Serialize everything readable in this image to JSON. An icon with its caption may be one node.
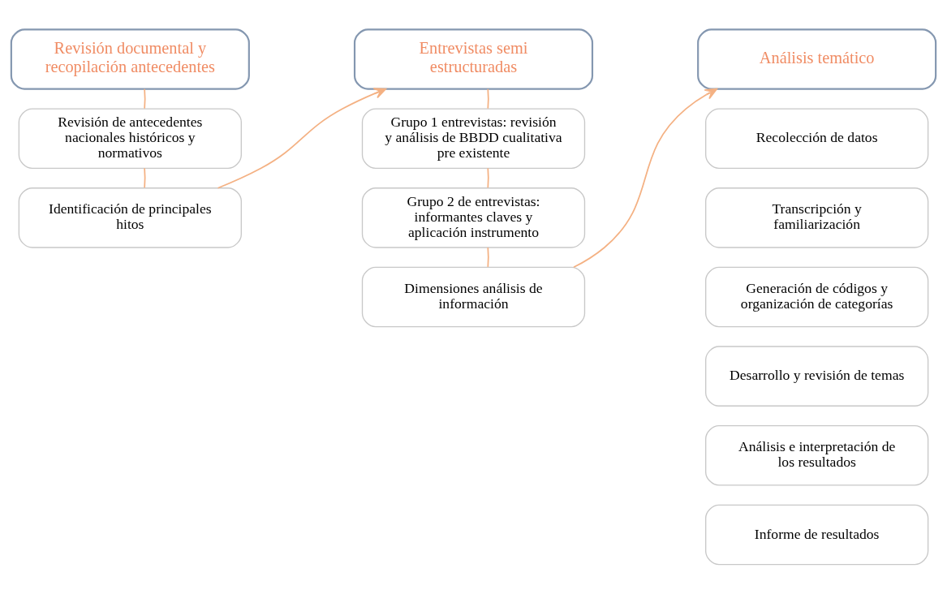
{
  "diagram": {
    "nodes": [
      {
        "text": [
          "Revisión documental y recopilación antecedentes"
        ]
      },
      {
        "text": [
          "Revisión de antecedentes nacionales históricos y normativos"
        ]
      },
      {
        "text": [
          "Identificación de principales hitos"
        ]
      },
      {
        "text": [
          "Entrevistas semi estructuradas"
        ]
      },
      {
        "text": [
          "Grupo 1 entrevistas: revisión y análisis de BBDD cualitativa pre existente"
        ]
      },
      {
        "text": [
          "Grupo 2 de entrevistas: informantes claves y aplicación instrumento"
        ]
      },
      {
        "text": [
          "Dimensiones análisis de información"
        ]
      },
      {
        "text": [
          "Análisis temático"
        ]
      },
      {
        "text": [
          "Recolección de datos"
        ]
      },
      {
        "text": [
          "Transcripción y familiarización"
        ]
      },
      {
        "text": [
          "Generación de códigos y organización de categorías"
        ]
      },
      {
        "text": [
          "Desarrollo y revisión de temas"
        ]
      },
      {
        "text": [
          "Análisis e interpretación de los resultados"
        ]
      },
      {
        "text": [
          "Informe de resultados"
        ]
      }
    ],
    "edges": [
      {
        "from": 0,
        "to": 1,
        "arrow": "none"
      },
      {
        "from": 1,
        "to": 2,
        "arrow": "none"
      },
      {
        "from": 2,
        "to": 3,
        "arrow": "to"
      },
      {
        "from": 3,
        "to": 4,
        "arrow": "none"
      },
      {
        "from": 4,
        "to": 5,
        "arrow": "none"
      },
      {
        "from": 5,
        "to": 6,
        "arrow": "none"
      },
      {
        "from": 6,
        "to": 7,
        "arrow": "to"
      }
    ]
  }
}
